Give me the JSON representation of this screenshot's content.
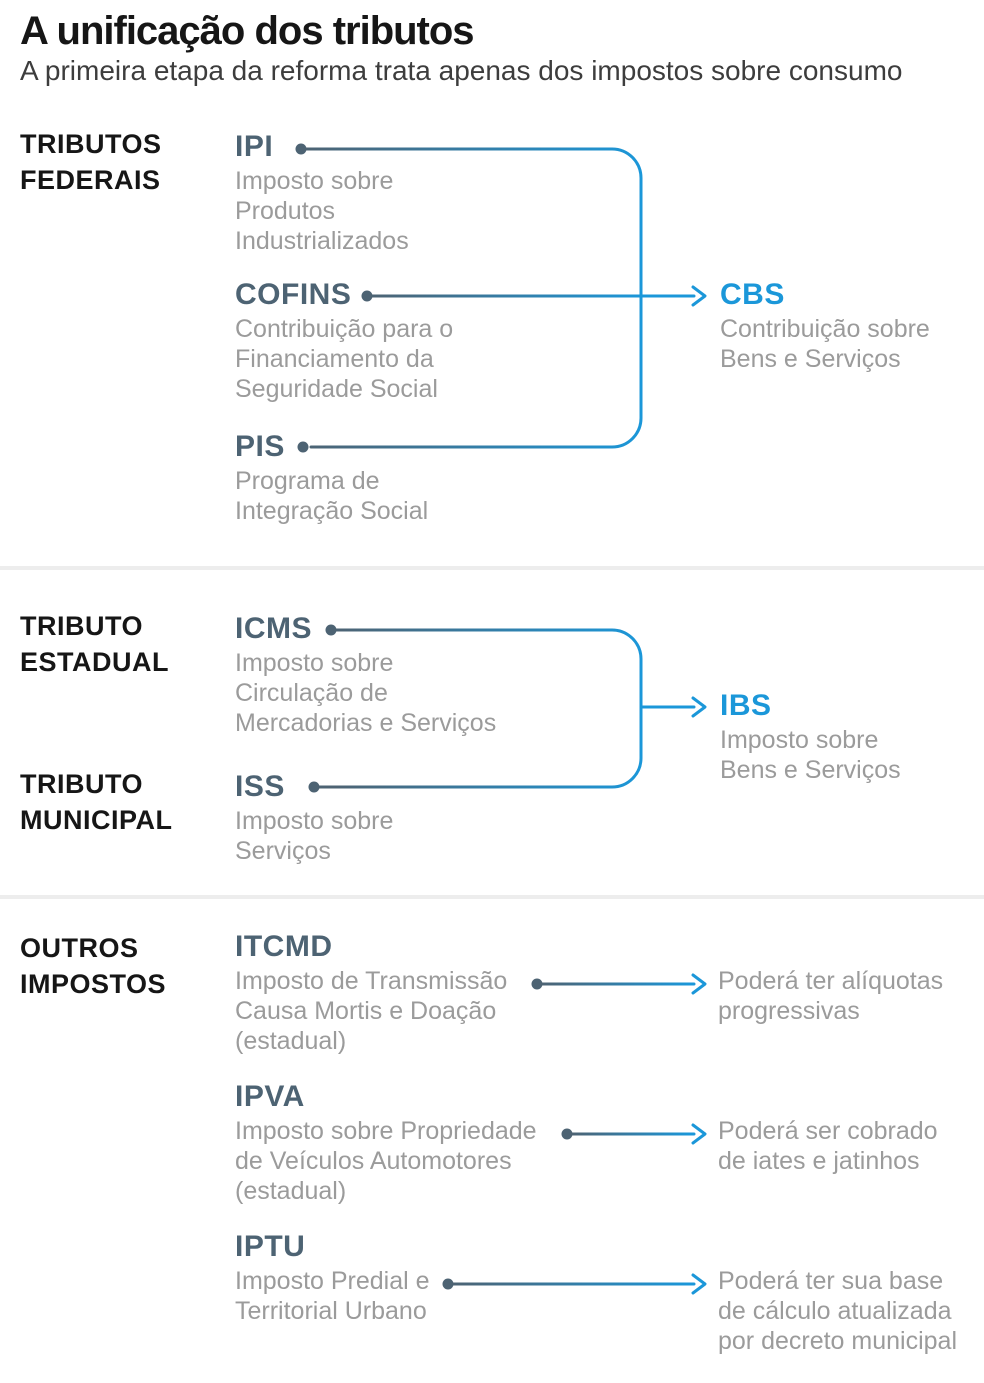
{
  "title": "A unificação dos tributos",
  "subtitle": "A primeira etapa da reforma trata apenas dos impostos sobre consumo",
  "colors": {
    "accent_blue": "#1b97d9",
    "slate": "#4d6373",
    "text_gray": "#9b9b9b",
    "heading_black": "#161616",
    "divider_gray": "#ededed"
  },
  "federal": {
    "label": "TRIBUTOS\nFEDERAIS",
    "taxes": [
      {
        "acronym": "IPI",
        "description": "Imposto sobre\nProdutos\nIndustrializados"
      },
      {
        "acronym": "COFINS",
        "description": "Contribuição para o\nFinanciamento da\nSeguridade Social"
      },
      {
        "acronym": "PIS",
        "description": "Programa de\nIntegração Social"
      }
    ],
    "result": {
      "acronym": "CBS",
      "description": "Contribuição sobre\nBens e Serviços"
    }
  },
  "state": {
    "label": "TRIBUTO\nESTADUAL",
    "tax": {
      "acronym": "ICMS",
      "description": "Imposto sobre\nCirculação de\nMercadorias e Serviços"
    }
  },
  "municipal": {
    "label": "TRIBUTO\nMUNICIPAL",
    "tax": {
      "acronym": "ISS",
      "description": "Imposto sobre\nServiços"
    }
  },
  "state_municipal_result": {
    "acronym": "IBS",
    "description": "Imposto sobre\nBens e Serviços"
  },
  "others": {
    "label": "OUTROS\nIMPOSTOS",
    "items": [
      {
        "acronym": "ITCMD",
        "description": "Imposto de Transmissão\nCausa Mortis e Doação\n(estadual)",
        "note": "Poderá ter alíquotas\nprogressivas"
      },
      {
        "acronym": "IPVA",
        "description": "Imposto sobre Propriedade\nde Veículos Automotores\n(estadual)",
        "note": "Poderá ser cobrado\nde iates e jatinhos"
      },
      {
        "acronym": "IPTU",
        "description": "Imposto Predial e\nTerritorial Urbano",
        "note": "Poderá ter sua base\nde cálculo atualizada\npor decreto municipal"
      }
    ]
  }
}
